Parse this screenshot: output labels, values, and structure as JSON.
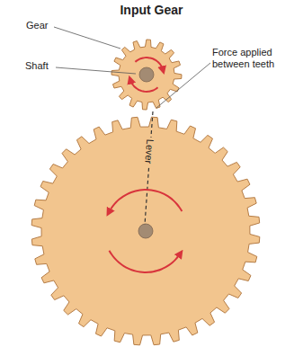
{
  "diagram": {
    "title": "Input Gear",
    "labels": [
      "Gear",
      "Shaft",
      "Force applied between teeth",
      "Lever"
    ]
  }
}
